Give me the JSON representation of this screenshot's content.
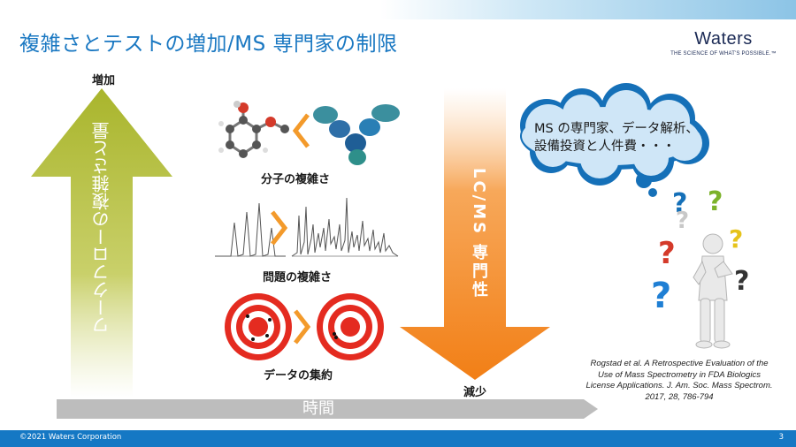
{
  "slide": {
    "title": "複雑さとテストの増加/MS 専門家の制限",
    "page_number": "3"
  },
  "logo": {
    "name": "Waters",
    "tagline": "THE SCIENCE OF WHAT'S POSSIBLE.™"
  },
  "left_arrow": {
    "top_label": "増加",
    "text": "ワークフローの複雑さと量",
    "color": "#a9b52c"
  },
  "center": {
    "items": [
      {
        "label": "分子の複雑さ"
      },
      {
        "label": "問題の複雑さ"
      },
      {
        "label": "データの集約"
      }
    ],
    "chevron_color": "#f39a2b"
  },
  "right_arrow": {
    "text": "LC/MS 専門性",
    "bottom_label": "減少",
    "color": "#f27f16"
  },
  "time_axis": {
    "label": "時間",
    "color": "#bdbdbd"
  },
  "thought": {
    "lines": [
      "MS の専門家、データ解析、",
      "設備投資と人件費・・・"
    ],
    "cloud_color": "#1570b8"
  },
  "citation": {
    "lines": [
      "Rogstad et al. A Retrospective Evaluation of the",
      "Use of Mass Spectrometry in FDA Biologics",
      "License Applications. J. Am. Soc. Mass Spectrom.",
      "2017, 28, 786-794"
    ]
  },
  "footer": {
    "copyright": "©2021 Waters Corporation"
  }
}
